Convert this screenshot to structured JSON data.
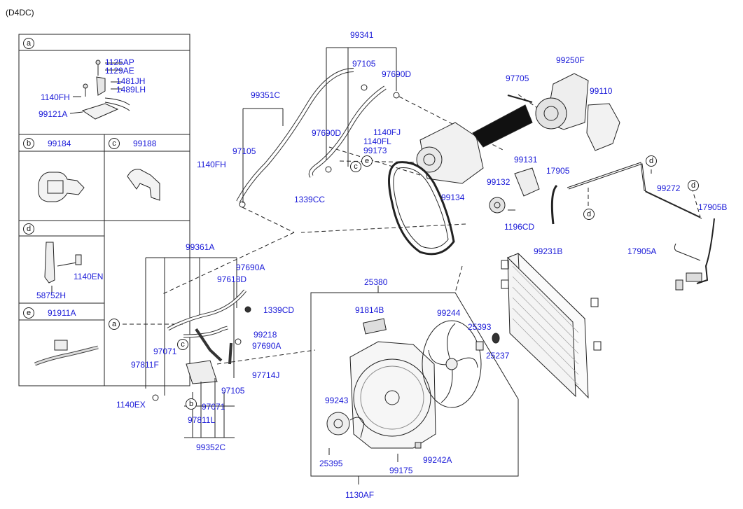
{
  "header": {
    "code": "(D4DC)"
  },
  "legend": {
    "a": {
      "letter": "a"
    },
    "b": {
      "letter": "b",
      "part": "99184"
    },
    "c": {
      "letter": "c",
      "part": "99188"
    },
    "d": {
      "letter": "d"
    },
    "e": {
      "letter": "e",
      "part": "91911A"
    }
  },
  "labels": {
    "p1125AP": "1125AP",
    "p1129AE": "1129AE",
    "p1481JH": "1481JH",
    "p1489LH": "1489LH",
    "p1140FH_a": "1140FH",
    "p99121A": "99121A",
    "p1140EN": "1140EN",
    "p58752H": "58752H",
    "p99341": "99341",
    "p97105_top": "97105",
    "p97690D_top": "97690D",
    "p99351C": "99351C",
    "p97105_left": "97105",
    "p97690D_mid": "97690D",
    "p1140FH_main": "1140FH",
    "p1339CC": "1339CC",
    "p1140FJ": "1140FJ",
    "p1140FL": "1140FL",
    "p99173": "99173",
    "p97705": "97705",
    "p99250F": "99250F",
    "p99110": "99110",
    "p99131": "99131",
    "p99132": "99132",
    "p99134": "99134",
    "p1196CD": "1196CD",
    "p17905": "17905",
    "p99272": "99272",
    "p17905B": "17905B",
    "p17905A": "17905A",
    "p99361A": "99361A",
    "p97690A_1": "97690A",
    "p97618D": "97618D",
    "p1339CD": "1339CD",
    "p99218": "99218",
    "p97690A_2": "97690A",
    "p97071_1": "97071",
    "p97811F": "97811F",
    "p97714J": "97714J",
    "p97105_low": "97105",
    "p1140EX": "1140EX",
    "p97071_2": "97071",
    "p97811L": "97811L",
    "p99352C": "99352C",
    "p99231B": "99231B",
    "p25380": "25380",
    "p91814B": "91814B",
    "p99244": "99244",
    "p25393": "25393",
    "p25237": "25237",
    "p99243": "99243",
    "p25395": "25395",
    "p99242A": "99242A",
    "p99175": "99175",
    "p1130AF": "1130AF"
  },
  "callouts": {
    "a": "a",
    "b": "b",
    "c1": "c",
    "c2": "c",
    "d1": "d",
    "d2": "d",
    "d3": "d",
    "e": "e"
  }
}
